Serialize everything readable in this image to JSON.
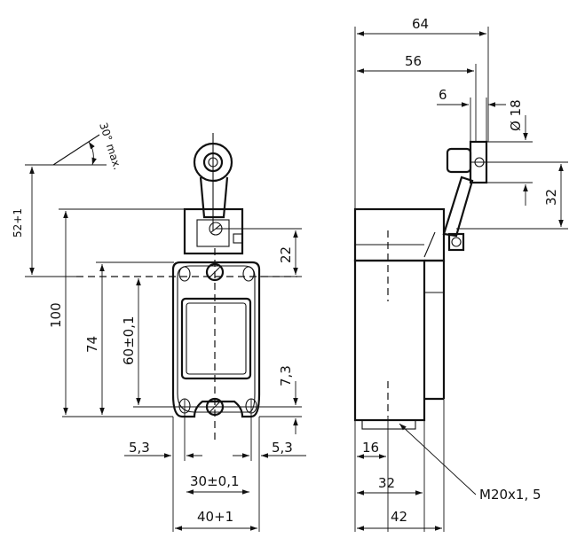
{
  "front_view": {
    "height_100": "100",
    "height_74": "74",
    "hole_spacing_vertical": "60±0,1",
    "head_height_22": "22",
    "offset_7_3": "7,3",
    "edge_left_5_3": "5,3",
    "edge_right_5_3": "5,3",
    "hole_spacing_horizontal": "30±0,1",
    "width_40": "40+1",
    "lever_range_52": "52+1",
    "lever_angle": "30° max."
  },
  "side_view": {
    "depth_64": "64",
    "depth_56": "56",
    "roller_width_6": "6",
    "roller_diameter": "Ø 18",
    "lever_offset_32": "32",
    "conduit_offset_16": "16",
    "conduit_center_32": "32",
    "base_depth_42": "42",
    "thread_callout": "M20x1, 5"
  }
}
